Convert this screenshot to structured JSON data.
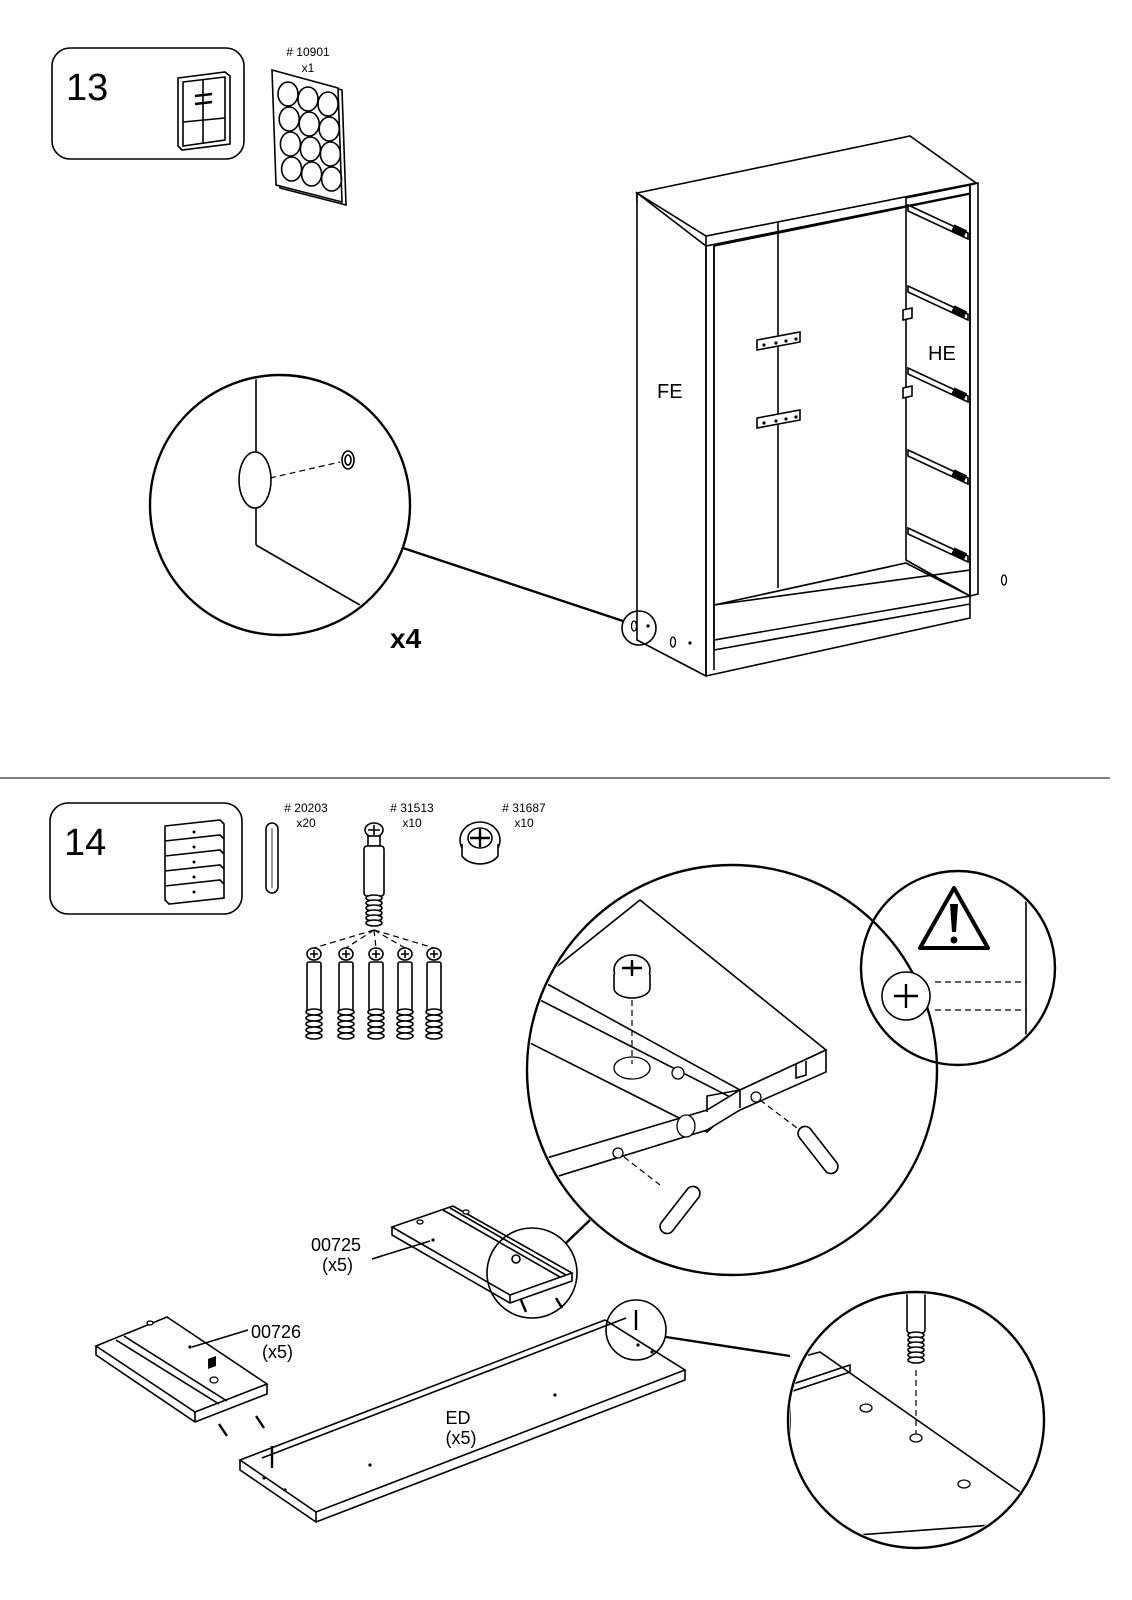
{
  "steps": [
    {
      "number": "13",
      "parts": [
        {
          "code": "# 10901",
          "qty": "x1"
        }
      ],
      "labels": {
        "front": "FE",
        "side": "HE",
        "repeat": "x4"
      }
    },
    {
      "number": "14",
      "parts": [
        {
          "code": "# 20203",
          "qty": "x20"
        },
        {
          "code": "# 31513",
          "qty": "x10"
        },
        {
          "code": "# 31687",
          "qty": "x10"
        }
      ],
      "labels": {
        "panel_a_code": "00725",
        "panel_a_qty": "(x5)",
        "panel_b_code": "00726",
        "panel_b_qty": "(x5)",
        "panel_c_code": "ED",
        "panel_c_qty": "(x5)"
      }
    }
  ]
}
